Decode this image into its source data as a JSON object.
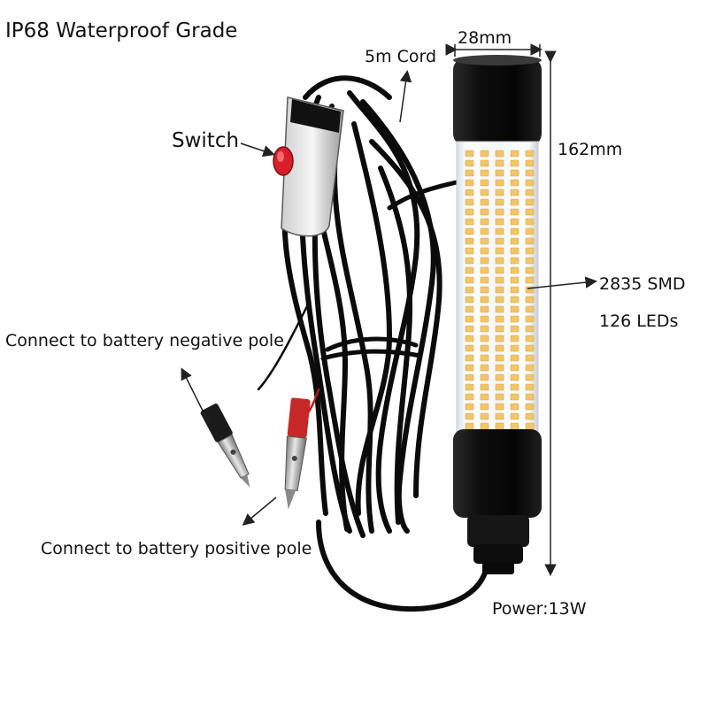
{
  "title": "IP68 Waterproof Grade",
  "labels": {
    "cord": "5m Cord",
    "width": "28mm",
    "switch": "Switch",
    "length": "162mm",
    "smd": "2835 SMD",
    "leds": "126 LEDs",
    "negative": "Connect to battery negative pole",
    "positive": "Connect to battery positive pole",
    "power": "Power:13W"
  },
  "colors": {
    "cable": "#0b0b0b",
    "cap": "#121212",
    "led": "#f2c56a",
    "switch_button": "#d81e2a",
    "positive_clip_boot": "#c62828",
    "negative_clip_boot": "#1a1a1a",
    "arrow": "#222222"
  },
  "icons": [
    "led-tube-light",
    "inline-switch",
    "alligator-clip-positive",
    "alligator-clip-negative",
    "dimension-arrow"
  ]
}
